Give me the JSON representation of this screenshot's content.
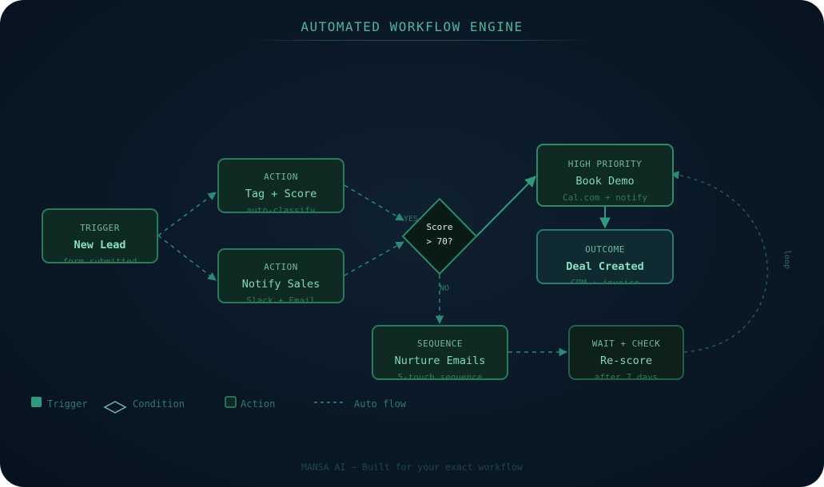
{
  "title": "AUTOMATED WORKFLOW ENGINE",
  "nodes": {
    "trigger": {
      "kind": "TRIGGER",
      "name": "New Lead",
      "sub": "form submitted"
    },
    "tag_score": {
      "kind": "ACTION",
      "name": "Tag + Score",
      "sub": "auto-classify"
    },
    "notify": {
      "kind": "ACTION",
      "name": "Notify Sales",
      "sub": "Slack + Email"
    },
    "high_priority": {
      "kind": "HIGH PRIORITY",
      "name": "Book Demo",
      "sub": "Cal.com + notify"
    },
    "outcome": {
      "kind": "OUTCOME",
      "name": "Deal Created",
      "sub": "CRM + invoice"
    },
    "sequence": {
      "kind": "SEQUENCE",
      "name": "Nurture Emails",
      "sub": "5-touch sequence"
    },
    "wait": {
      "kind": "WAIT + CHECK",
      "name": "Re-score",
      "sub": "after 7 days"
    }
  },
  "condition": {
    "line1": "Score",
    "line2": "> 70?"
  },
  "edge_labels": {
    "yes": "YES",
    "no": "NO",
    "loop": "loop"
  },
  "legend": {
    "trigger": "Trigger",
    "condition": "Condition",
    "action": "Action",
    "auto_flow": "Auto flow"
  },
  "footer": "MANSA AI — Built for your exact workflow",
  "colors": {
    "accent": "#4fb59a",
    "node_border": "#2a7a5e",
    "node_fill": "#0f2a22",
    "edge": "#2a8a74",
    "background": "#0a1826"
  }
}
